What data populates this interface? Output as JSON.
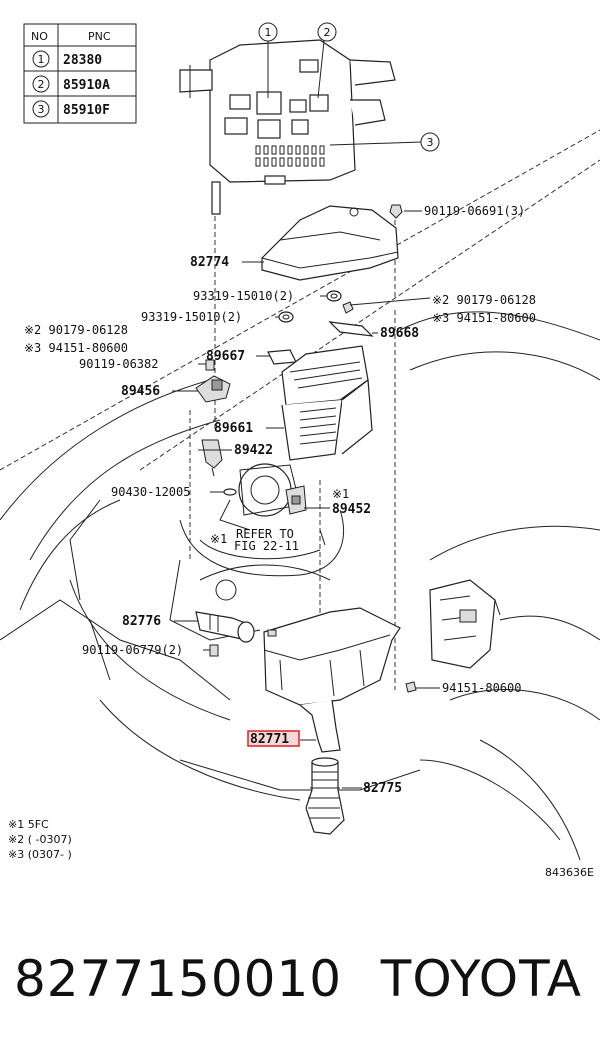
{
  "legend_table": {
    "headers": [
      "NO",
      "PNC"
    ],
    "rows": [
      {
        "no": "1",
        "pnc": "28380"
      },
      {
        "no": "2",
        "pnc": "85910A"
      },
      {
        "no": "3",
        "pnc": "85910F"
      }
    ]
  },
  "callouts": {
    "c1": "1",
    "c2": "2",
    "c3": "3"
  },
  "part_labels": {
    "p90119_06691": "90119-06691(3)",
    "p82774": "82774",
    "p93319_15010_top": "93319-15010(2)",
    "p93319_15010_mid": "93319-15010(2)",
    "p90179_06128_right": "※2 90179-06128",
    "p94151_80600_right": "※3 94151-80600",
    "p89668": "89668",
    "p90179_06128_left": "※2 90179-06128",
    "p94151_80600_left": "※3 94151-80600",
    "p90119_06382": "90119-06382",
    "p89667": "89667",
    "p89456": "89456",
    "p89661": "89661",
    "p89422": "89422",
    "p90430_12005": "90430-12005",
    "p89452_mark": "※1",
    "p89452": "89452",
    "refer_mark": "※1",
    "refer_line1": "REFER TO",
    "refer_line2": "FIG 22-11",
    "p82776": "82776",
    "p90119_06779": "90119-06779(2)",
    "p94151_80600_low": "94151-80600",
    "p82771": "82771",
    "p82775": "82775"
  },
  "footnotes": {
    "n1": "※1 5FC",
    "n2": "※2 (     -0307)",
    "n3": "※3 (0307-      )"
  },
  "diagram_code": "843636E",
  "bottom": {
    "part_number": "8277150010",
    "brand": "TOYOTA"
  },
  "colors": {
    "highlight_border": "#dd2222",
    "highlight_fill": "#f6d7d7"
  }
}
